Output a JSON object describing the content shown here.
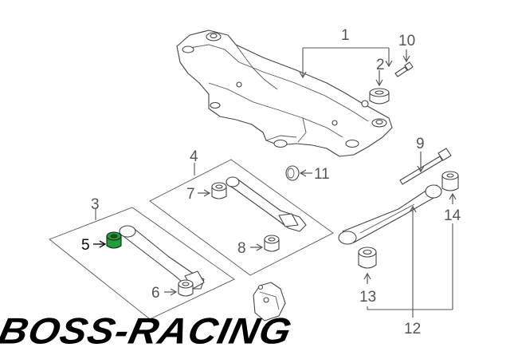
{
  "callouts": {
    "c1": "1",
    "c2": "2",
    "c3": "3",
    "c4": "4",
    "c5": "5",
    "c6": "6",
    "c7": "7",
    "c8": "8",
    "c9": "9",
    "c10": "10",
    "c11": "11",
    "c12": "12",
    "c13": "13",
    "c14": "14"
  },
  "highlight_color": "#1f9e3a",
  "brand": {
    "text": "BOSS-RACING"
  }
}
